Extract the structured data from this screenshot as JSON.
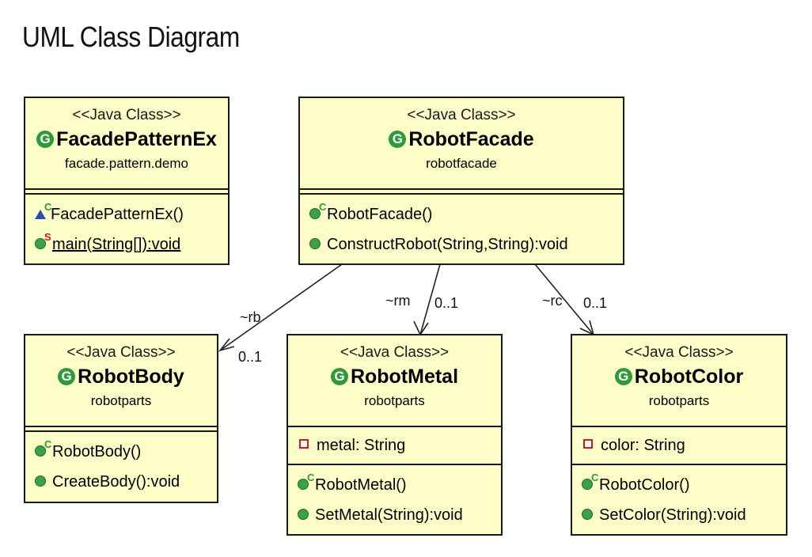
{
  "title": "UML Class Diagram",
  "colors": {
    "class_fill": "#fdfdc8",
    "border": "#1a1a1a",
    "class_icon": "#2e9a3c",
    "private_marker": "#d01818",
    "protected_marker": "#2a4fb4"
  },
  "classes": {
    "facade_pattern_ex": {
      "stereotype": "<<Java Class>>",
      "name": "FacadePatternEx",
      "package": "facade.pattern.demo",
      "methods": [
        "FacadePatternEx()",
        "main(String[]):void"
      ]
    },
    "robot_facade": {
      "stereotype": "<<Java Class>>",
      "name": "RobotFacade",
      "package": "robotfacade",
      "methods": [
        "RobotFacade()",
        "ConstructRobot(String,String):void"
      ]
    },
    "robot_body": {
      "stereotype": "<<Java Class>>",
      "name": "RobotBody",
      "package": "robotparts",
      "methods": [
        "RobotBody()",
        "CreateBody():void"
      ]
    },
    "robot_metal": {
      "stereotype": "<<Java Class>>",
      "name": "RobotMetal",
      "package": "robotparts",
      "fields": [
        "metal: String"
      ],
      "methods": [
        "RobotMetal()",
        "SetMetal(String):void"
      ]
    },
    "robot_color": {
      "stereotype": "<<Java Class>>",
      "name": "RobotColor",
      "package": "robotparts",
      "fields": [
        "color: String"
      ],
      "methods": [
        "RobotColor()",
        "SetColor(String):void"
      ]
    }
  },
  "icons": {
    "class": "class-icon",
    "constructor": "constructor-icon",
    "public_method": "public-method-icon",
    "static_method": "static-method-icon",
    "package_constructor": "package-visibility-icon",
    "private_field": "private-field-icon"
  },
  "constructor_marker": "C",
  "static_marker": "S",
  "class_icon_letter": "G",
  "associations": [
    {
      "role": "~rb",
      "multiplicity": "0..1"
    },
    {
      "role": "~rm",
      "multiplicity": "0..1"
    },
    {
      "role": "~rc",
      "multiplicity": "0..1"
    }
  ]
}
